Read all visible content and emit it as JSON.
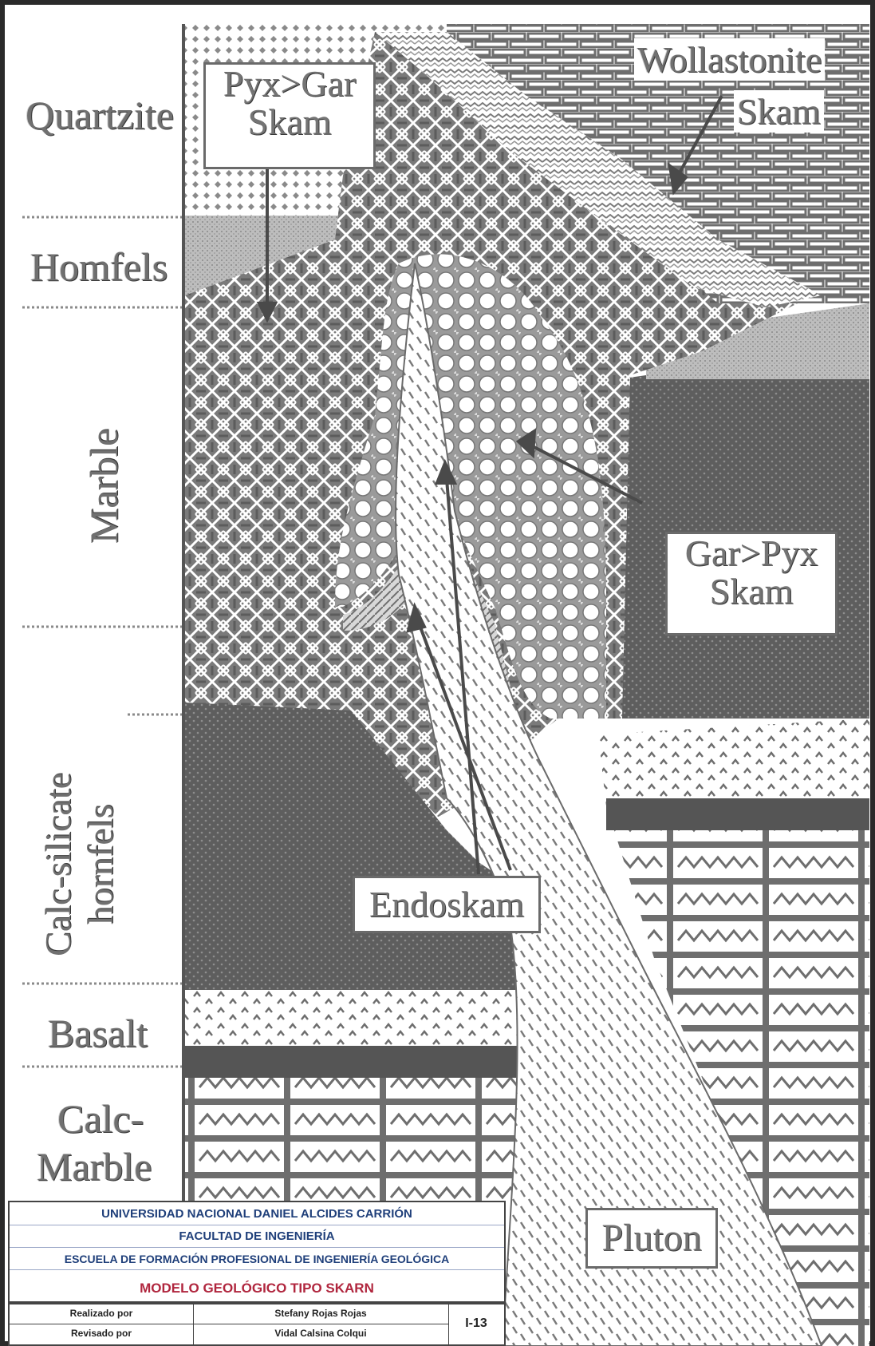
{
  "layers": {
    "quartzite": "Quartzite",
    "hornfels": "Homfels",
    "marble": "Marble",
    "calc_silicate": "Calc-silicate hornfels",
    "basalt": "Basalt",
    "calc_marble_1": "Calc-",
    "calc_marble_2": "Marble"
  },
  "labels": {
    "pyx_gar_1": "Pyx>Gar",
    "pyx_gar_2": "Skam",
    "wollastonite_1": "Wollastonite",
    "wollastonite_2": "Skam",
    "gar_pyx_1": "Gar>Pyx",
    "gar_pyx_2": "Skam",
    "endoskarn": "Endoskam",
    "pluton": "Pluton"
  },
  "title_block": {
    "university": "UNIVERSIDAD NACIONAL DANIEL ALCIDES CARRIÓN",
    "faculty": "FACULTAD DE INGENIERÍA",
    "school": "ESCUELA DE FORMACIÓN PROFESIONAL DE INGENIERÍA GEOLÓGICA",
    "model": "MODELO GEOLÓGICO TIPO SKARN",
    "made_by_label": "Realizado por",
    "made_by": "Stefany Rojas Rojas",
    "reviewed_by_label": "Revisado por",
    "reviewed_by": "Vidal Calsina Colqui",
    "sheet": "I-13"
  }
}
